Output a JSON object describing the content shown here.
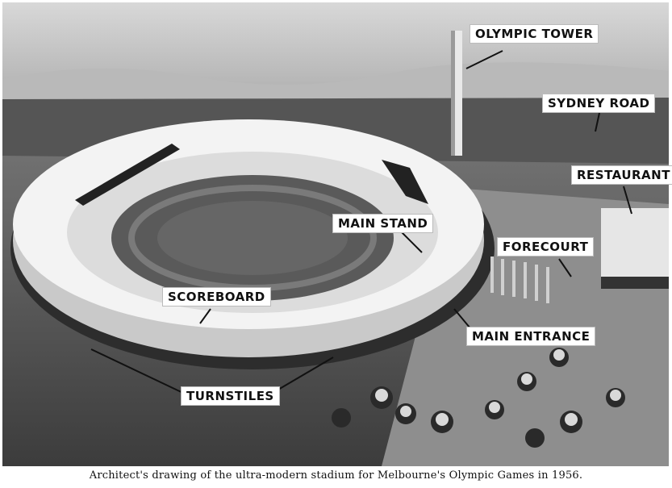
{
  "labels": {
    "olympic_tower": "OLYMPIC TOWER",
    "sydney_road": "SYDNEY ROAD",
    "restaurant": "RESTAURANT",
    "main_stand": "MAIN STAND",
    "forecourt": "FORECOURT",
    "scoreboard": "SCOREBOARD",
    "main_entrance": "MAIN ENTRANCE",
    "turnstiles": "TURNSTILES"
  },
  "caption": "Architect's drawing of the ultra-modern stadium for Melbourne's Olympic Games in 1956."
}
